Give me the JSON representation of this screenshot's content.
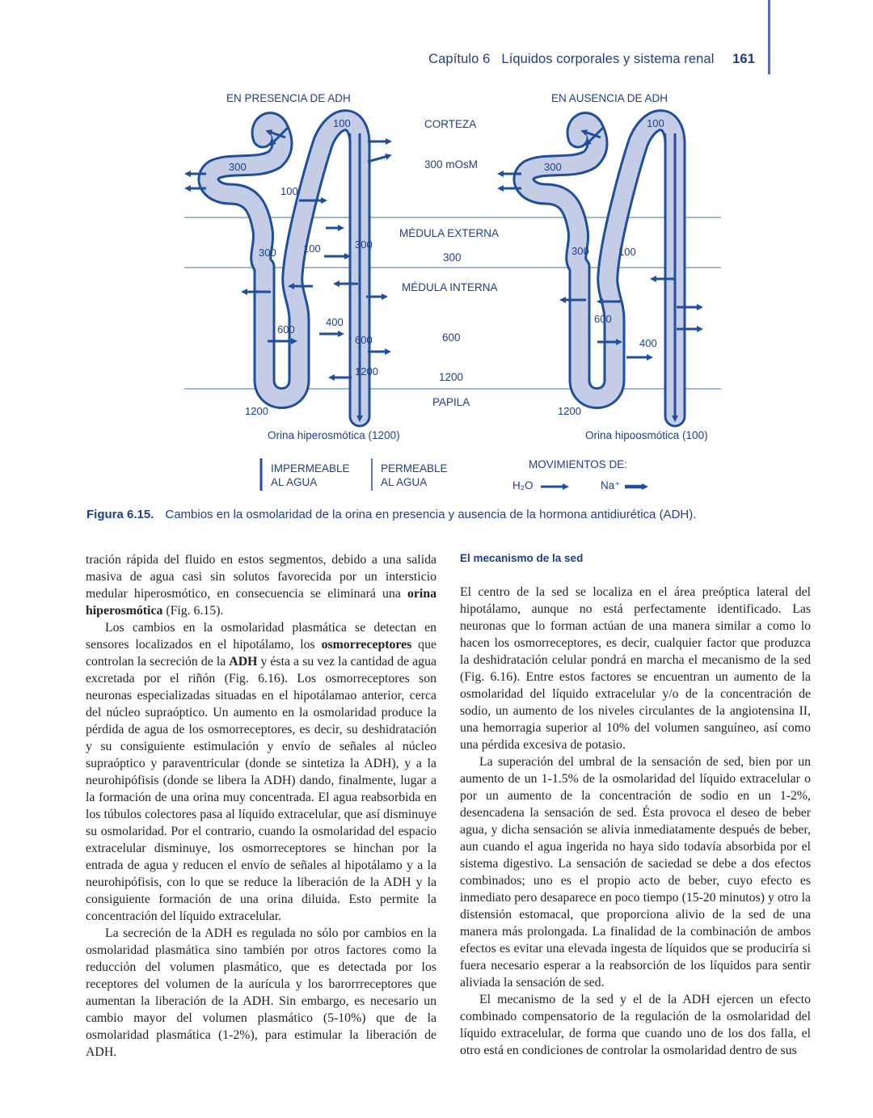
{
  "header": {
    "chapter": "Capítulo 6",
    "title": "Líquidos corporales y sistema renal",
    "page_number": "161"
  },
  "figure": {
    "panel_left_title": "EN PRESENCIA DE ADH",
    "panel_right_title": "EN AUSENCIA DE ADH",
    "zones": {
      "cortex": "CORTEZA",
      "cortex_value": "300 mOsM",
      "outer_medulla": "MÉDULA EXTERNA",
      "outer_medulla_value": "300",
      "inner_medulla": "MÉDULA INTERNA",
      "inner_medulla_value": "600",
      "papilla_value": "1200",
      "papilla": "PAPILA"
    },
    "left_values": {
      "a": "100",
      "b": "300",
      "c": "100",
      "d": "300",
      "e": "100",
      "f": "300",
      "g": "600",
      "h": "400",
      "i": "600",
      "j": "1200",
      "k": "1200"
    },
    "right_values": {
      "a": "100",
      "b": "300",
      "c": "300",
      "d": "100",
      "e": "600",
      "f": "400",
      "g": "1200"
    },
    "left_urine": "Orina hiperosmótica (1200)",
    "right_urine": "Orina hipoosmótica (100)",
    "legend": {
      "impermeable_1": "IMPERMEABLE",
      "impermeable_2": "AL AGUA",
      "permeable_1": "PERMEABLE",
      "permeable_2": "AL AGUA",
      "movements": "MOVIMIENTOS DE:",
      "water": "H₂O",
      "sodium": "Na⁺"
    }
  },
  "caption": {
    "label": "Figura 6.15.",
    "text": "Cambios en la osmolaridad de la orina en presencia y ausencia de la hormona antidiurética (ADH)."
  },
  "left_column": {
    "p1_a": "tración rápida del fluido en estos segmentos, debido a una salida masiva de agua casi sin solutos favorecida por un intersticio medular hiperosmótico, en consecuencia se eliminará una ",
    "p1_bold": "orina hiperosmótica",
    "p1_b": " (Fig. 6.15).",
    "p2_a": "Los cambios en la osmolaridad plasmática se detectan en sensores localizados en el hipotálamo, los ",
    "p2_bold1": "osmorreceptores",
    "p2_b": " que controlan la secreción de la ",
    "p2_bold2": "ADH",
    "p2_c": " y ésta a su vez la cantidad de agua excretada por el riñón (Fig. 6.16). Los osmorreceptores son neuronas especializadas situadas en el hipotálamao anterior, cerca del núcleo supraóptico. Un aumento en la osmolaridad produce la pérdida de agua de los osmorreceptores, es decir, su deshidratación y su consiguiente estimulación y envío de señales al núcleo supraóptico y paraventricular (donde se sintetiza la ADH), y a la neurohipófisis (donde se libera la ADH) dando, finalmente, lugar a la formación de una orina muy concentrada. El agua reabsorbida en los túbulos colectores pasa al líquido extracelular, que así disminuye su osmolaridad. Por el contrario, cuando la osmolaridad del espacio extracelular disminuye, los osmorreceptores se hinchan por la entrada de agua y reducen el envío de señales al hipotálamo y a la neurohipófisis, con lo que se reduce la liberación de la ADH y la consiguiente formación de una orina diluida. Esto permite la concentración del líquido extracelular.",
    "p3": "La secreción de la ADH es regulada no sólo por cambios en la osmolaridad plasmática sino también por otros factores como la reducción del volumen plasmático, que es detectada por los receptores del volumen de la aurícula y los barorrreceptores que aumentan la liberación de la ADH. Sin embargo, es necesario un cambio mayor del volumen plasmático (5-10%) que de la osmolaridad plasmática (1-2%), para estimular la liberación de ADH."
  },
  "right_column": {
    "section_title": "El mecanismo de la sed",
    "p1": "El centro de la sed se localiza en el área preóptica lateral del hipotálamo, aunque no está perfectamente identificado. Las neuronas que lo forman actúan de una manera similar a como lo hacen los osmorreceptores, es decir, cualquier factor que produzca la deshidratación celular pondrá en marcha el mecanismo de la sed (Fig. 6.16). Entre estos factores se encuentran un aumento de la osmolaridad del líquido extracelular y/o de la concentración de sodio, un aumento de los niveles circulantes de la angiotensina II, una hemorragia superior al 10% del volumen sanguíneo, así como una pérdida excesiva de potasio.",
    "p2": "La superación del umbral de la sensación de sed, bien por un aumento de un 1-1.5% de la osmolaridad del líquido extracelular o por un aumento de la concentración de sodio en un 1-2%, desencadena la sensación de sed. Ésta provoca el deseo de beber agua, y dicha sensación se alivia inmediatamente después de beber, aun cuando el agua ingerida no haya sido todavía absorbida por el sistema digestivo. La sensación de saciedad se debe a dos efectos combinados; uno es el propio acto de beber, cuyo efecto es inmediato pero desaparece en poco tiempo (15-20 minutos) y otro la distensión estomacal, que proporciona alivio de la sed de una manera más prolongada. La finalidad de la combinación de ambos efectos es evitar una elevada ingesta de líquidos que se produciría si fuera necesario esperar a la reabsorción de los líquidos para sentir aliviada la sensación de sed.",
    "p3": "El mecanismo de la sed y el de la ADH ejercen un efecto combinado compensatorio de la regulación de la osmolaridad del líquido extracelular, de forma que cuando uno de los dos falla, el otro está en condiciones de controlar la osmolaridad dentro de sus"
  }
}
